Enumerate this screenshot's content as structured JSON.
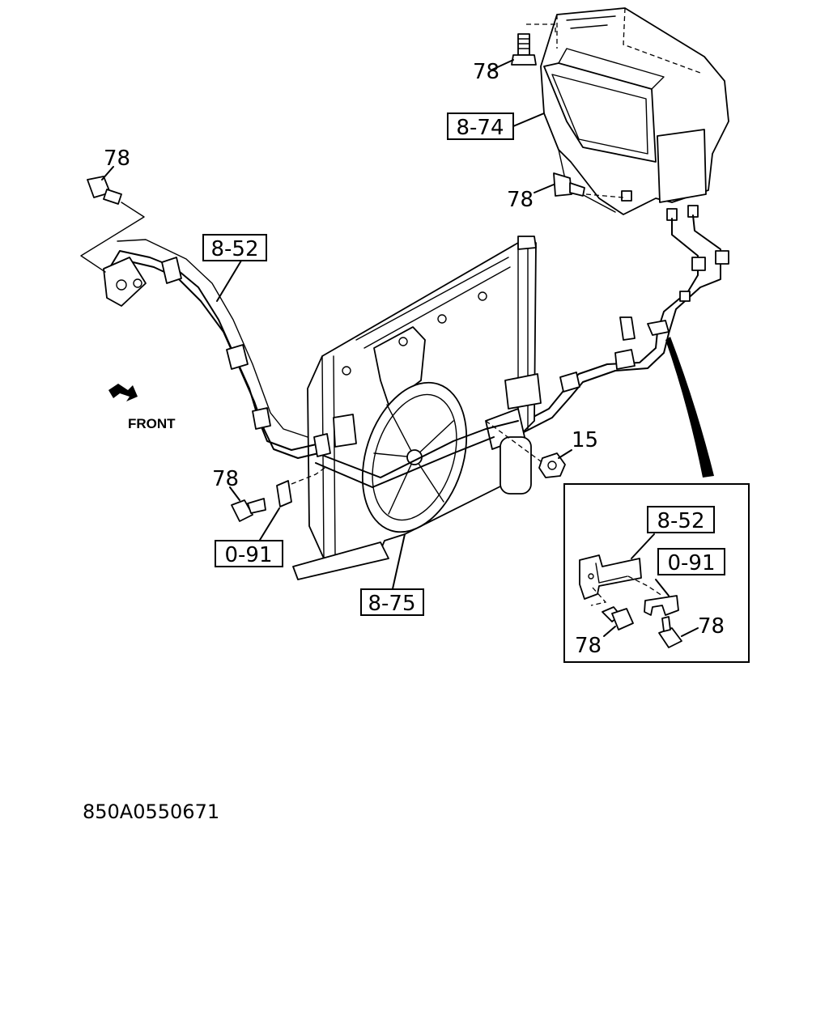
{
  "labels": {
    "bolt_78": "78",
    "nut_15": "15",
    "hvac_unit": "8-74",
    "ac_hose_pipe": "8-52",
    "condenser": "8-75",
    "clip": "0-91"
  },
  "orientation": {
    "front_text": "FRONT"
  },
  "drawing_code": "850A0550671"
}
